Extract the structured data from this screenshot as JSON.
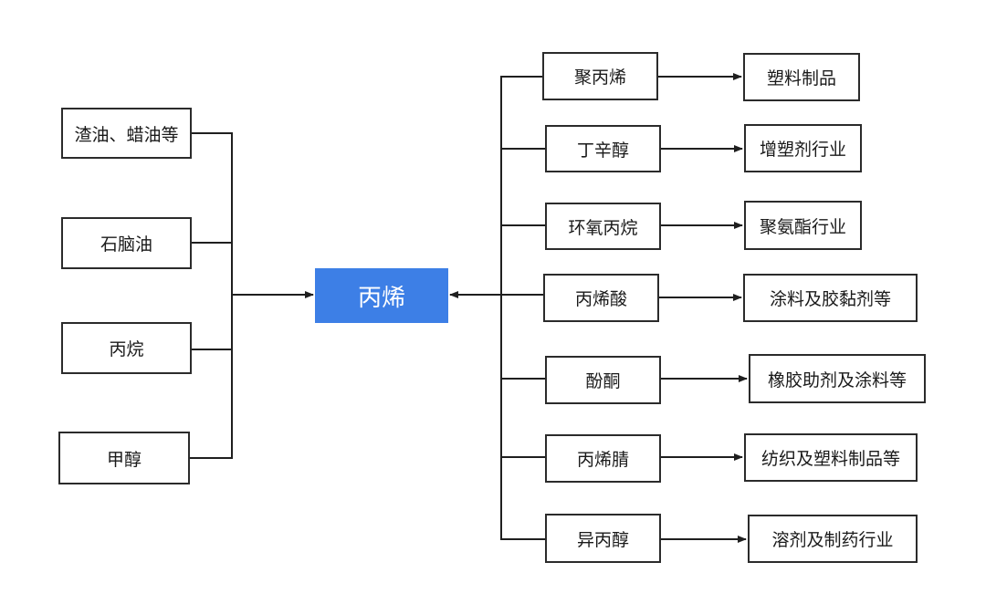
{
  "colors": {
    "center_fill": "#3d7fe6",
    "line": "#1f1f1f",
    "box_border": "#2b2b2b"
  },
  "center": {
    "label": "丙烯"
  },
  "sources": [
    {
      "label": "渣油、蜡油等"
    },
    {
      "label": "石脑油"
    },
    {
      "label": "丙烷"
    },
    {
      "label": "甲醇"
    }
  ],
  "derivatives": [
    {
      "label": "聚丙烯",
      "application": "塑料制品"
    },
    {
      "label": "丁辛醇",
      "application": "增塑剂行业"
    },
    {
      "label": "环氧丙烷",
      "application": "聚氨酯行业"
    },
    {
      "label": "丙烯酸",
      "application": "涂料及胶黏剂等"
    },
    {
      "label": "酚酮",
      "application": "橡胶助剂及涂料等"
    },
    {
      "label": "丙烯腈",
      "application": "纺织及塑料制品等"
    },
    {
      "label": "异丙醇",
      "application": "溶剂及制药行业"
    }
  ]
}
